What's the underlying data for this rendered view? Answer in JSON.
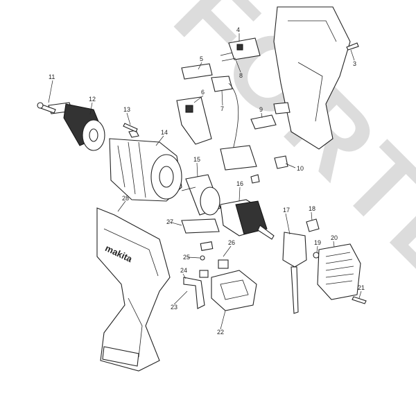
{
  "watermark": {
    "text": "FORTEC",
    "color": "#d9d9d9"
  },
  "logo_text": "makita",
  "callouts": [
    {
      "id": "c1",
      "label": "3"
    },
    {
      "id": "c2",
      "label": "4"
    },
    {
      "id": "c3",
      "label": "5"
    },
    {
      "id": "c4",
      "label": "6"
    },
    {
      "id": "c5",
      "label": "7"
    },
    {
      "id": "c6",
      "label": "8"
    },
    {
      "id": "c7",
      "label": "9"
    },
    {
      "id": "c8",
      "label": "10"
    },
    {
      "id": "c9",
      "label": "11"
    },
    {
      "id": "c10",
      "label": "12"
    },
    {
      "id": "c11",
      "label": "13"
    },
    {
      "id": "c12",
      "label": "14"
    },
    {
      "id": "c13",
      "label": "15"
    },
    {
      "id": "c14",
      "label": "16"
    },
    {
      "id": "c15",
      "label": "17"
    },
    {
      "id": "c16",
      "label": "18"
    },
    {
      "id": "c17",
      "label": "19"
    },
    {
      "id": "c18",
      "label": "20"
    },
    {
      "id": "c19",
      "label": "21"
    },
    {
      "id": "c20",
      "label": "22"
    },
    {
      "id": "c21",
      "label": "23"
    },
    {
      "id": "c22",
      "label": "24"
    },
    {
      "id": "c23",
      "label": "25"
    },
    {
      "id": "c24",
      "label": "26"
    },
    {
      "id": "c25",
      "label": "27"
    },
    {
      "id": "c26",
      "label": "28"
    }
  ]
}
